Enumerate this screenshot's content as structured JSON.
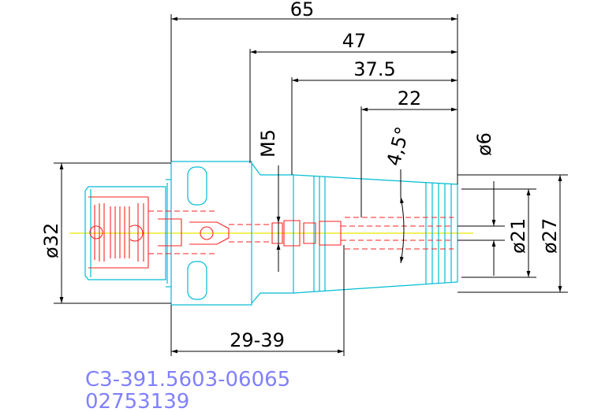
{
  "dimensions": {
    "overall_length": "65",
    "length_47": "47",
    "length_37_5": "37.5",
    "length_22": "22",
    "thread": "M5",
    "angle": "4,5°",
    "diameter_6": "ø6",
    "diameter_21": "ø21",
    "diameter_27": "ø27",
    "diameter_32": "ø32",
    "range_length": "29-39"
  },
  "part": {
    "code": "C3-391.5603-06065",
    "number": "02753139"
  },
  "colors": {
    "dimension": "#000000",
    "outline": "#00bcd4",
    "hidden": "#ff2222",
    "centerline": "#e8e800",
    "label": "#8080ff"
  }
}
